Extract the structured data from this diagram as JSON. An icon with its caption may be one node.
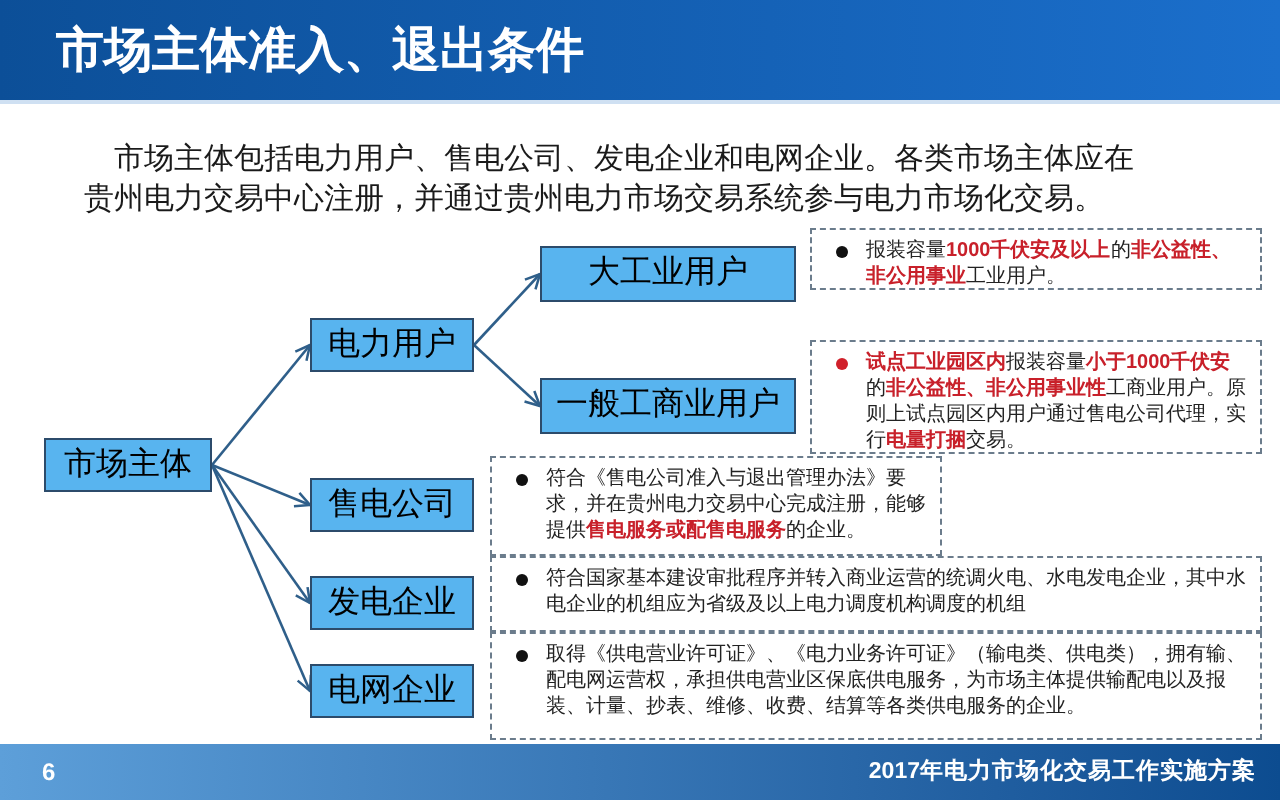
{
  "diagram": {
    "title": "市场主体准入、退出条件",
    "nodes": [
      {
        "text": [
          "市场主体"
        ]
      },
      {
        "text": [
          "电力用户"
        ]
      },
      {
        "text": [
          "大工业用户"
        ]
      },
      {
        "text": [
          "一般工商业用户"
        ]
      },
      {
        "text": [
          "售电公司"
        ]
      },
      {
        "text": [
          "发电企业"
        ]
      },
      {
        "text": [
          "电网企业"
        ]
      },
      {
        "text": [
          "报装容量**1000千伏安及以上**的**非公益性、非公用事业**工业用户。"
        ]
      },
      {
        "text": [
          "**试点工业园区内**报装容量**小于1000千伏安**的**非公益性、非公用事业性**工商业用户。原则上试点园区内用户通过售电公司代理，实行**电量打捆**交易。"
        ]
      },
      {
        "text": [
          "符合《售电公司准入与退出管理办法》要求，并在贵州电力交易中心完成注册，能够提供**售电服务或配售电服务**的企业。"
        ]
      },
      {
        "text": [
          "符合国家基本建设审批程序并转入商业运营的统调火电、水电发电企业，其中水电企业的机组应为省级及以上电力调度机构调度的机组"
        ]
      },
      {
        "text": [
          "取得《供电营业许可证》、《电力业务许可证》（输电类、供电类），拥有输、配电网运营权，承担供电营业区保底供电服务，为市场主体提供输配电以及报装、计量、抄表、维修、收费、结算等各类供电服务的企业。"
        ]
      }
    ],
    "edges": [
      {
        "from": 0,
        "to": 1,
        "arrow": "to"
      },
      {
        "from": 0,
        "to": 4,
        "arrow": "to"
      },
      {
        "from": 0,
        "to": 5,
        "arrow": "to"
      },
      {
        "from": 0,
        "to": 6,
        "arrow": "to"
      },
      {
        "from": 1,
        "to": 2,
        "arrow": "to"
      },
      {
        "from": 1,
        "to": 3,
        "arrow": "to"
      }
    ],
    "labels": [
      "市场主体包括电力用户、售电公司、发电企业和电网企业。各类市场主体应在贵州电力交易中心注册，并通过贵州电力市场交易系统参与电力市场化交易。",
      "6",
      "2017年电力市场化交易工作实施方案"
    ]
  }
}
